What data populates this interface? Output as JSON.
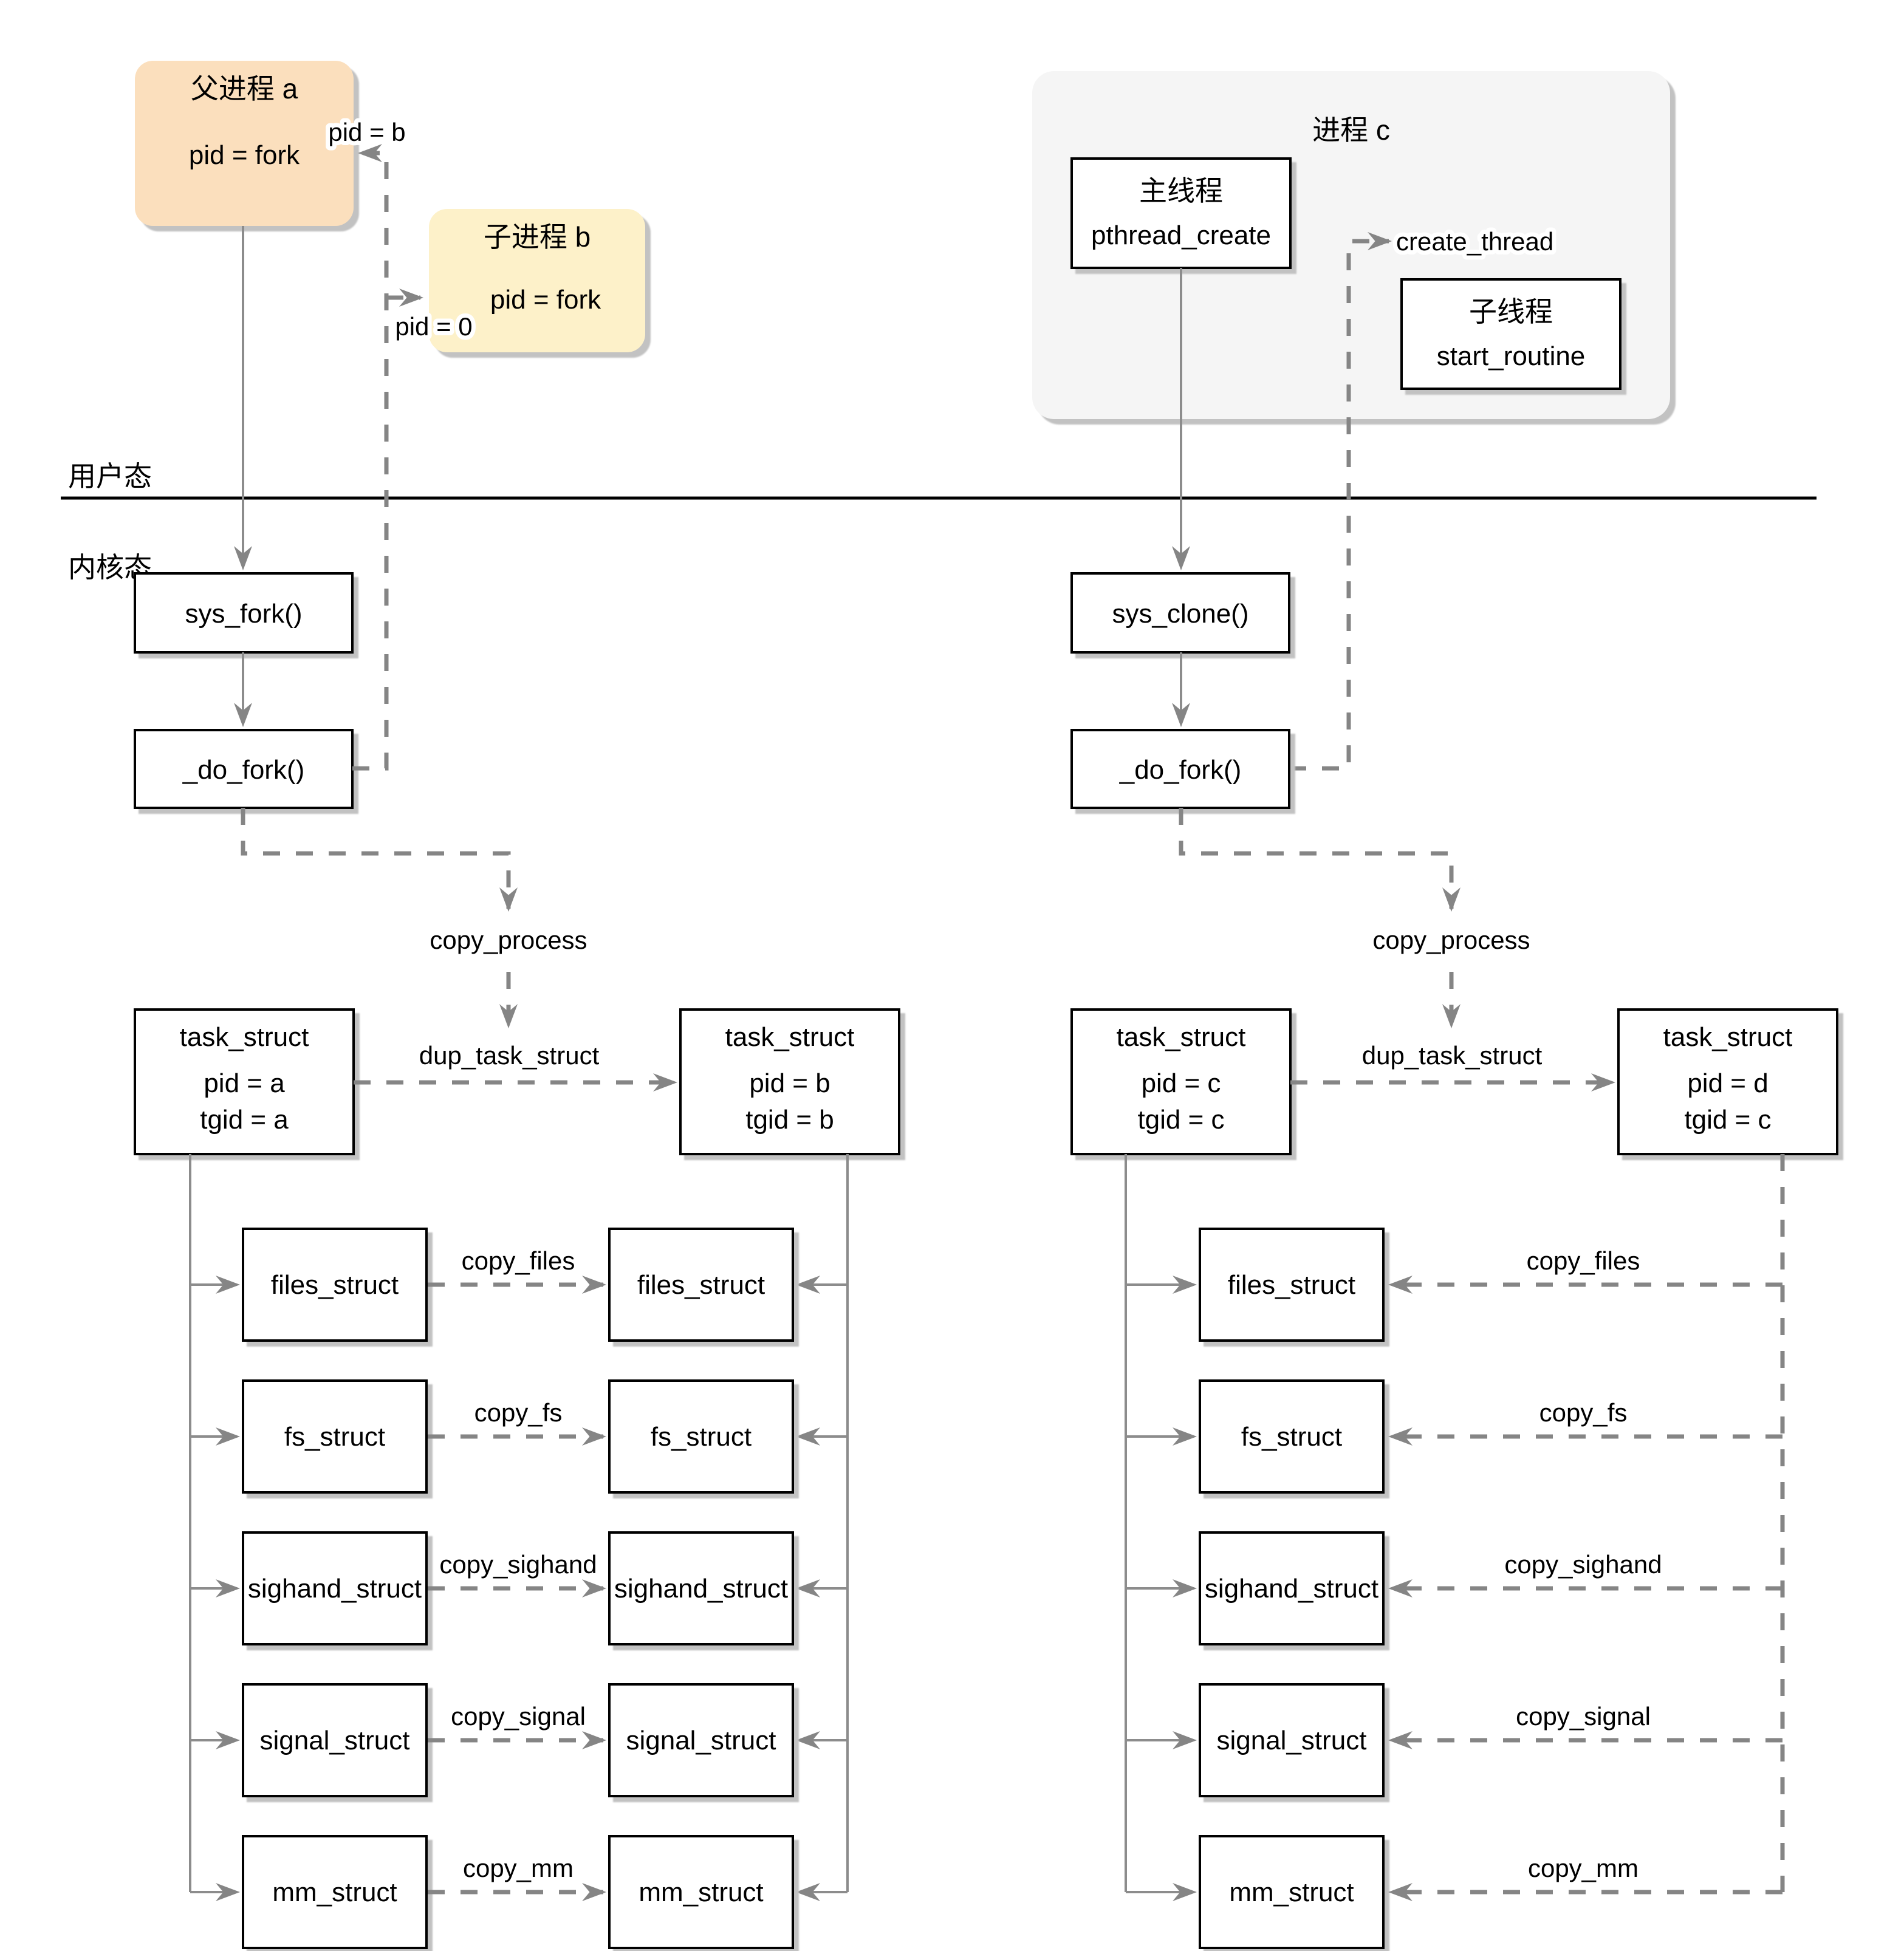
{
  "modes": {
    "user": "用户态",
    "kernel": "内核态"
  },
  "colors": {
    "parent_box_fill": "#FBDFBD",
    "child_box_fill": "#FDF1C9",
    "process_box_fill": "#F5F5F5",
    "connector_gray": "#858585",
    "box_border": "#000000",
    "shadow": "#C2C2C2"
  },
  "fork": {
    "parent_box": {
      "title": "父进程 a",
      "body": "pid = fork"
    },
    "child_box": {
      "title": "子进程 b",
      "body": "pid = fork"
    },
    "ret_parent_label": "pid = b",
    "ret_child_label": "pid = 0",
    "sys_call": "sys_fork()",
    "do_fork": "_do_fork()",
    "copy_process": "copy_process",
    "dup_task_struct": "dup_task_struct",
    "task_parent": {
      "title": "task_struct",
      "pid": "pid = a",
      "tgid": "tgid = a"
    },
    "task_child": {
      "title": "task_struct",
      "pid": "pid = b",
      "tgid": "tgid = b"
    },
    "structs": [
      {
        "name": "files_struct",
        "copy_label": "copy_files"
      },
      {
        "name": "fs_struct",
        "copy_label": "copy_fs"
      },
      {
        "name": "sighand_struct",
        "copy_label": "copy_sighand"
      },
      {
        "name": "signal_struct",
        "copy_label": "copy_signal"
      },
      {
        "name": "mm_struct",
        "copy_label": "copy_mm"
      }
    ]
  },
  "thread": {
    "process_title": "进程 c",
    "main_thread": {
      "title": "主线程",
      "body": "pthread_create"
    },
    "child_thread": {
      "title": "子线程",
      "body": "start_routine"
    },
    "create_thread_label": "create_thread",
    "sys_call": "sys_clone()",
    "do_fork": "_do_fork()",
    "copy_process": "copy_process",
    "dup_task_struct": "dup_task_struct",
    "task_main": {
      "title": "task_struct",
      "pid": "pid = c",
      "tgid": "tgid = c"
    },
    "task_new": {
      "title": "task_struct",
      "pid": "pid = d",
      "tgid": "tgid = c"
    },
    "structs": [
      {
        "name": "files_struct",
        "copy_label": "copy_files"
      },
      {
        "name": "fs_struct",
        "copy_label": "copy_fs"
      },
      {
        "name": "sighand_struct",
        "copy_label": "copy_sighand"
      },
      {
        "name": "signal_struct",
        "copy_label": "copy_signal"
      },
      {
        "name": "mm_struct",
        "copy_label": "copy_mm"
      }
    ]
  }
}
